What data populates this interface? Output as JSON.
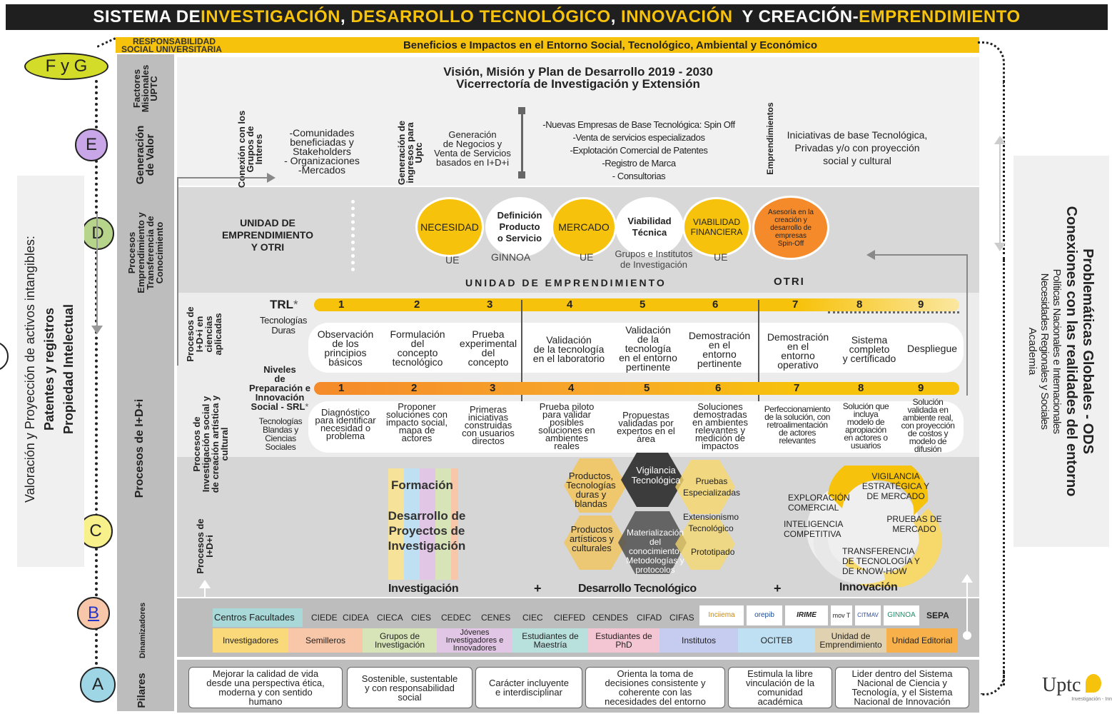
{
  "title": {
    "p1": "SISTEMA DE ",
    "p2": "INVESTIGACIÓN",
    "p3": ", ",
    "p4": "DESARROLLO TECNOLÓGICO",
    "p5": ", ",
    "p6": "INNOVACIÓN",
    "p7": " Y CREACIÓN-",
    "p8": "EMPRENDIMIENTO"
  },
  "rsu": {
    "l1": "RESPONSABILIDAD",
    "l2": "SOCIAL UNIVERSITARIA",
    "banner": "Beneficios e Impactos en el Entorno Social, Tecnológico, Ambiental y Económico"
  },
  "levels": {
    "fg": "F y G",
    "e": "E",
    "d": "D",
    "c": "C",
    "b": "B",
    "a": "A"
  },
  "left_panel": {
    "l1": "Valoración y Proyección de activos intangibles:",
    "l2": "Patentes y registros",
    "l3": "Propiedad Intelectual"
  },
  "right_panel": {
    "l1": "Problemáticas Globales - ODS",
    "l2": "Conexiones con las realidades del entorno",
    "l3": "Políticas Nacionales e Internacionales",
    "l4": "Necesidades Regionales y Sociales",
    "l5": "Academia"
  },
  "rows": {
    "factores": "Factores Misionales UPTC",
    "generacion": "Generación de Valor",
    "procesos_emp": "Procesos Emprendimiento y Transferencia de Conocimiento",
    "procesos_idi": "Procesos de I+D+i",
    "dinamizadores": "Dinamizadores",
    "pilares": "Pilares"
  },
  "vision": {
    "l1": "Visión, Misión y Plan de Desarrollo 2019 - 2030",
    "l2": "Vicerrectoría de Investigación y Extensión"
  },
  "gen_valor": {
    "conexion": "Conexión con los Grupos de Interes",
    "comunidades": [
      "-Comunidades",
      "beneficiadas y",
      "Stakeholders",
      "- Organizaciones",
      "-Mercados"
    ],
    "generacion_ingresos": "Generación de ingresos para Uptc",
    "negocios": [
      "Generación",
      "de Negocios y",
      "Venta de Servicios",
      "basados en I+D+i"
    ],
    "empresas": [
      "-Nuevas Empresas de Base Tecnológica: Spin Off",
      "-Venta de servicios especializados",
      "-Explotación Comercial de Patentes",
      "-Registro de Marca",
      "- Consultorias"
    ],
    "emprendimientos": "Emprendimientos",
    "iniciativas": [
      "Iniciativas de base Tecnológica,",
      "Privadas y/o con proyección",
      "social y cultural"
    ]
  },
  "emprend": {
    "unidad": [
      "UNIDAD DE",
      "EMPRENDIMIENTO",
      "Y OTRI"
    ],
    "necesidad": "NECESIDAD",
    "definicion": [
      "Definición",
      "Producto",
      "o Servicio"
    ],
    "mercado": "MERCADO",
    "viab_tec": [
      "Viabilidad",
      "Técnica"
    ],
    "viab_fin": [
      "VIABILIDAD",
      "FINANCIERA"
    ],
    "asesoria": [
      "Asesoría en la",
      "creación y",
      "desarrollo de",
      "empresas",
      "Spin-Off"
    ],
    "ue1": "UE",
    "ginnoa": "GINNOA",
    "ue2": "UE",
    "grupos": [
      "Grupos e Institutos",
      "de Investigación"
    ],
    "ue3": "UE",
    "unidad_label": "UNIDAD DE EMPRENDIMIENTO",
    "otri": "OTRI"
  },
  "trl": {
    "label": "TRL",
    "star": "*",
    "numbers": [
      "1",
      "2",
      "3",
      "4",
      "5",
      "6",
      "7",
      "8",
      "9"
    ],
    "tec_duras": [
      "Tecnologías",
      "Duras"
    ],
    "proc_apl": "Procesos de I+D+i en ciencias aplicadas",
    "steps": [
      [
        "Observación",
        "de los",
        "principios",
        "básicos"
      ],
      [
        "Formulación",
        "del",
        "concepto",
        "tecnológico"
      ],
      [
        "Prueba",
        "experimental",
        "del",
        "concepto"
      ],
      [
        "Validación",
        "de la tecnología",
        "en el laboratorio"
      ],
      [
        "Validación",
        "de la",
        "tecnología",
        "en el entorno",
        "pertinente"
      ],
      [
        "Demostración",
        "en el",
        "entorno",
        "pertinente"
      ],
      [
        "Demostración",
        "en el",
        "entorno",
        "operativo"
      ],
      [
        "Sistema",
        "completo",
        "y certificado"
      ],
      [
        "Despliegue"
      ]
    ]
  },
  "srl": {
    "label": [
      "Niveles",
      "de",
      "Preparación e",
      "Innovación",
      "Social - SRL"
    ],
    "star": "*",
    "tec_blandas": [
      "Tecnologías",
      "Blandas y",
      "Ciencias",
      "Sociales"
    ],
    "proc_soc": "Procesos de Investigación social y de creación artística y cultural",
    "steps": [
      [
        "Diagnóstico",
        "para identificar",
        "necesidad o",
        "problema"
      ],
      [
        "Proponer",
        "soluciones con",
        "impacto social,",
        "mapa de",
        "actores"
      ],
      [
        "Primeras",
        "iniciativas",
        "construidas",
        "con usuarios",
        "directos"
      ],
      [
        "Prueba piloto",
        "para validar",
        "posibles",
        "soluciones en",
        "ambientes",
        "reales"
      ],
      [
        "Propuestas",
        "validadas por",
        "expertos en el",
        "área"
      ],
      [
        "Soluciones",
        "demostradas",
        "en ambientes",
        "relevantes y",
        "medición de",
        "impactos"
      ],
      [
        "Perfeccionamiento",
        "de la solución, con",
        "retroalimentación",
        "de actores",
        "relevantes"
      ],
      [
        "Solución que",
        "incluya",
        "modelo de",
        "apropiación",
        "en actores o",
        "usuarios"
      ],
      [
        "Solución",
        "validada en",
        "ambiente real,",
        "con proyección",
        "de costos y",
        "modelo de",
        "difusión"
      ]
    ]
  },
  "lower": {
    "proc": "Procesos de I+D+i",
    "formacion": "Formación",
    "desarrollo": [
      "Desarrollo de",
      "Proyectos de",
      "Investigación"
    ],
    "productos1": [
      "Productos,",
      "Tecnologías",
      "duras y",
      "blandas"
    ],
    "productos2": [
      "Productos",
      "artísticos y",
      "culturales"
    ],
    "vigilancia": [
      "Vigilancia",
      "Tecnológica"
    ],
    "pruebas": [
      "Pruebas",
      "Especializadas"
    ],
    "extension": [
      "Extensionismo",
      "Tecnológico"
    ],
    "materializacion": [
      "Materialización",
      "del",
      "conocimiento,",
      "Metodologías y",
      "protocolos"
    ],
    "prototipado": "Prototipado",
    "exploracion": [
      "EXPLORACIÓN",
      "COMERCIAL"
    ],
    "vig_est": [
      "VIGILANCIA",
      "ESTRATÉGICA Y",
      "DE MERCADO"
    ],
    "intel": [
      "INTELIGENCIA",
      "COMPETITIVA"
    ],
    "pruebas_m": [
      "PRUEBAS DE",
      "MERCADO"
    ],
    "transfer": [
      "TRANSFERENCIA",
      "DE TECNOLOGÍA Y",
      "DE KNOW-HOW"
    ],
    "investigacion": "Investigación",
    "plus1": "+",
    "desarrollo_tec": "Desarrollo Tecnológico",
    "plus2": "+",
    "innovacion": "Innovación"
  },
  "dinamizadores": {
    "row1": [
      "Centros Facultades",
      "CIEDE",
      "CIDEA",
      "CIECA",
      "CIES",
      "CEDEC",
      "CENES",
      "CIEC",
      "CIEFED",
      "CENDES",
      "CIFAD",
      "CIFAS"
    ],
    "logos": [
      "Inciiema",
      "orepib",
      "IRIME",
      "mov T",
      "CITMAV",
      "GINNOA",
      "SEPA"
    ],
    "row2": [
      {
        "t": "Investigadores",
        "c": "#f9d97a"
      },
      {
        "t": "Semilleros",
        "c": "#f8c6a8"
      },
      {
        "t": "Grupos de Investigación",
        "c": "#d6e4b8"
      },
      {
        "t": "Jóvenes Investigadores e Innovadores",
        "c": "#e2c6e6"
      },
      {
        "t": "Estudiantes de Maestría",
        "c": "#b8e0dc"
      },
      {
        "t": "Estudiantes de PhD",
        "c": "#f4c6d4"
      },
      {
        "t": "Institutos",
        "c": "#c6cbf0"
      },
      {
        "t": "OCITEB",
        "c": "#bfe0f2"
      },
      {
        "t": "Unidad de Emprendimiento",
        "c": "#e0d2b0"
      },
      {
        "t": "Unidad Editorial",
        "c": "#f7b04a"
      }
    ]
  },
  "pilares": [
    [
      "Mejorar la calidad de vida",
      "desde una perspectiva ética,",
      "moderna y con sentido",
      "humano"
    ],
    [
      "Sostenible, sustentable",
      "y con responsabilidad",
      "social"
    ],
    [
      "Carácter incluyente",
      "e interdisciplinar"
    ],
    [
      "Orienta la toma de",
      "decisiones consistente y",
      "coherente con las",
      "necesidades del entorno"
    ],
    [
      "Estimula la libre",
      "vinculación de la",
      "comunidad",
      "académica"
    ],
    [
      "Lider dentro del Sistema",
      "Nacional de Ciencia y",
      "Tecnología, y el Sistema",
      "Nacional de Innovación"
    ]
  ],
  "logo": {
    "text": "Uptc",
    "sub": "Investigación - Inn"
  },
  "colors": {
    "yellow": "#f7c20b",
    "orange": "#f58a2a",
    "dark": "#1f1f1f",
    "panel": "#f0f0f0",
    "mid": "#d8d8d8",
    "label": "#bdbdbd"
  }
}
